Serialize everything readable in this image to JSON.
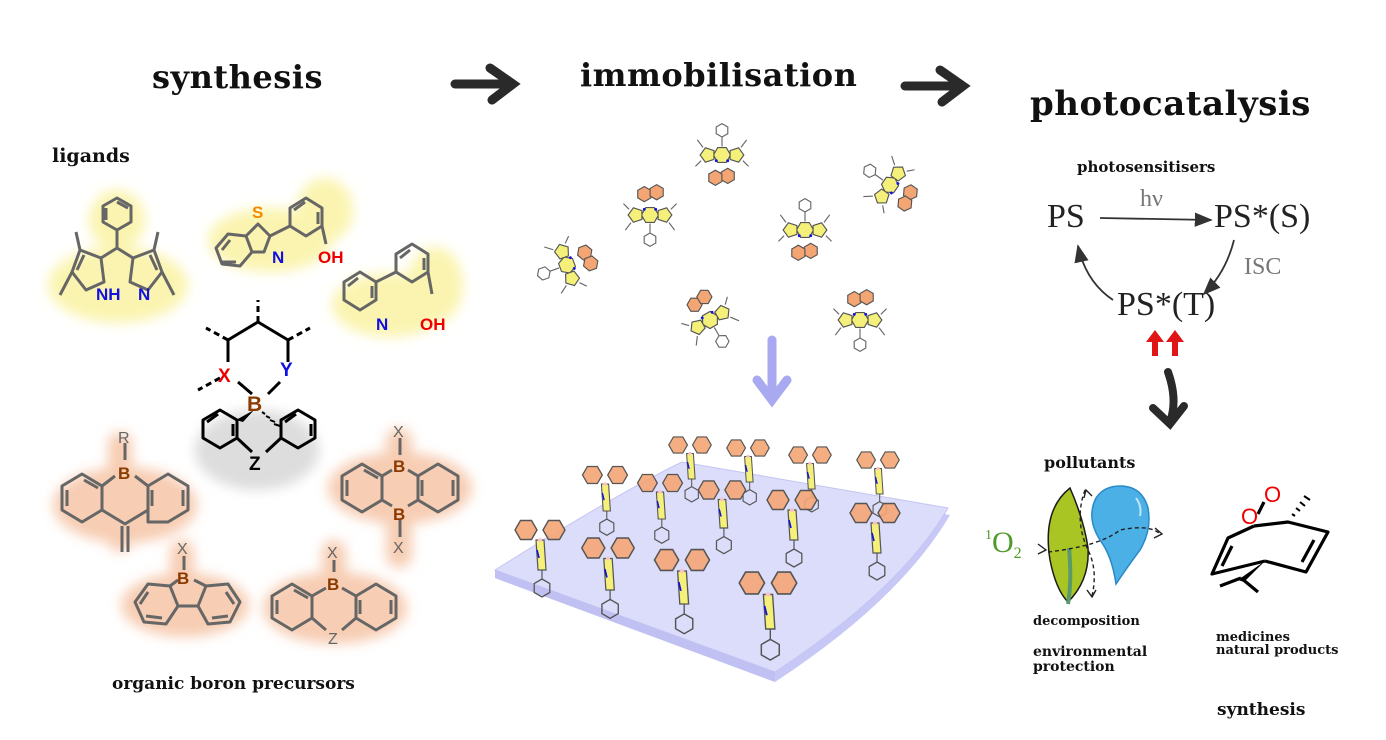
{
  "headings": {
    "synthesis": "synthesis",
    "immobilisation": "immobilisation",
    "photocatalysis": "photocatalysis"
  },
  "synthesis_panel": {
    "ligands_label": "ligands",
    "precursors_label": "organic boron precursors",
    "ligand_atoms": {
      "dipyrrin_nh": "NH",
      "dipyrrin_n": "N",
      "btz_s": "S",
      "btz_n": "N",
      "btz_oh": "OH",
      "pyr_n": "N",
      "pyr_oh": "OH"
    },
    "core_atoms": {
      "x": "X",
      "y": "Y",
      "b": "B",
      "z": "Z"
    },
    "precursor_atoms": {
      "p1_r": "R",
      "p1_b": "B",
      "p2_x1": "X",
      "p2_b1": "B",
      "p2_b2": "B",
      "p2_x2": "X",
      "p3_x": "X",
      "p3_b": "B",
      "p4_x": "X",
      "p4_b": "B",
      "p4_z": "Z"
    }
  },
  "photocatalysis_panel": {
    "photosensitisers_label": "photosensitisers",
    "cycle": {
      "ps": "PS",
      "ps_singlet": "PS*(S)",
      "ps_triplet": "PS*(T)",
      "hv": "hν",
      "isc": "ISC"
    },
    "pollutants_label": "pollutants",
    "singlet_oxygen": {
      "sup": "1",
      "base": "O",
      "sub": "2"
    },
    "decomposition_label": "decomposition",
    "environmental_label_line1": "environmental",
    "environmental_label_line2": "protection",
    "medicines_label": "medicines",
    "natural_products_label": "natural products",
    "synthesis_label": "synthesis",
    "endoperoxide_atoms": {
      "o1": "O",
      "o2": "O"
    }
  },
  "colors": {
    "ligand_glow": "#fbf4b0",
    "precursor_glow": "#f7cdb3",
    "boron": "#8b3a00",
    "nitrogen": "#1010e0",
    "oxygen": "#ee0000",
    "sulfur": "#f28a00",
    "bond_gray": "#666666",
    "bodipy_yellow": "#f5f07a",
    "aryl_orange": "#f4a574",
    "surface": "#d8d8fa",
    "down_arrow": "#a9a9f2",
    "leaf": "#a9c523",
    "drop": "#4bb0e6",
    "oxygen_green": "#4f9a2a",
    "spin_arrow": "#e01515"
  }
}
